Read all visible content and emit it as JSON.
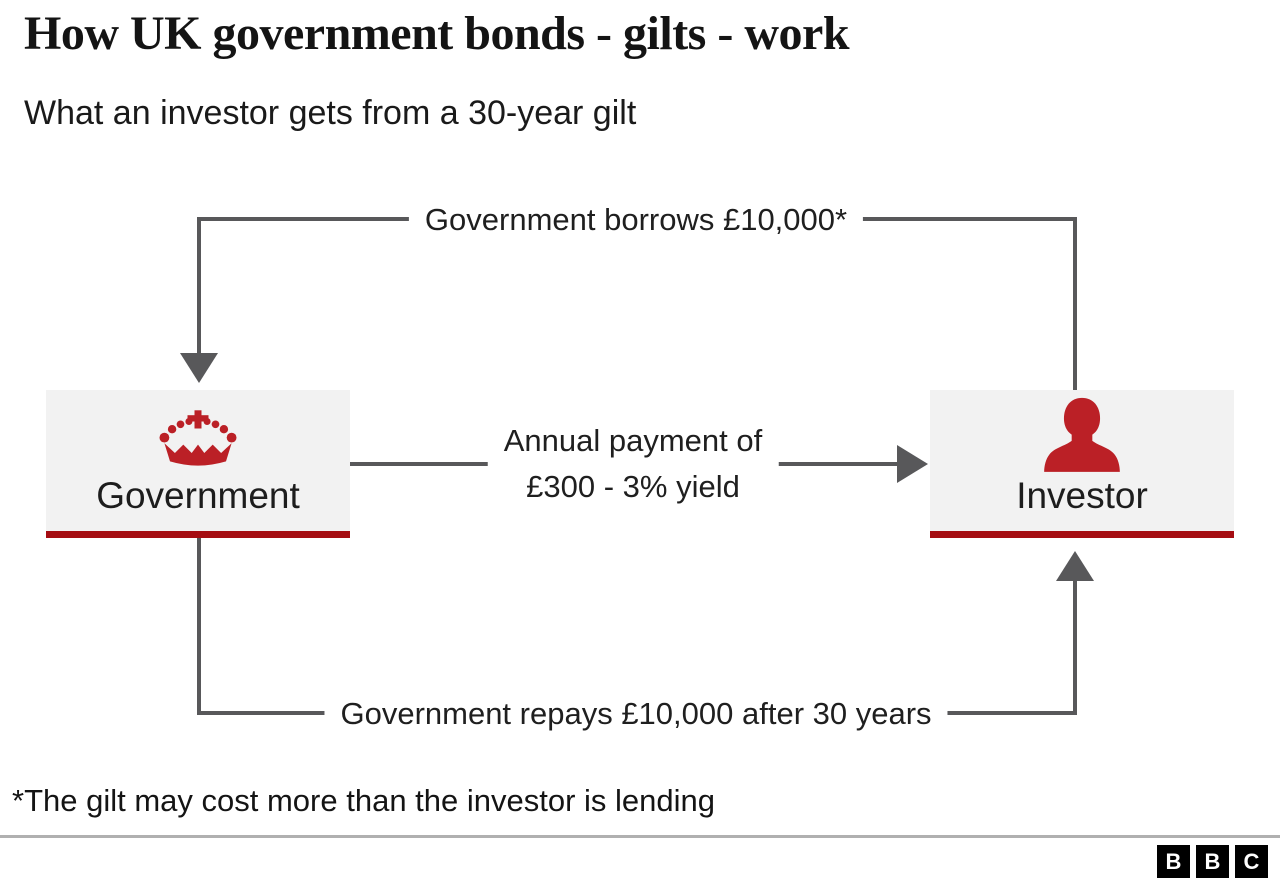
{
  "header": {
    "title": "How UK government bonds - gilts - work",
    "subtitle": "What an investor gets from a 30-year gilt"
  },
  "diagram": {
    "government": {
      "label": "Government",
      "icon": "crown-icon"
    },
    "investor": {
      "label": "Investor",
      "icon": "person-icon"
    },
    "flows": {
      "borrow": {
        "label": "Government borrows £10,000*",
        "direction": "investor-to-government"
      },
      "annual": {
        "lines": [
          "Annual payment of",
          "£300 - 3% yield"
        ],
        "direction": "government-to-investor"
      },
      "repay": {
        "label": "Government repays £10,000 after 30 years",
        "direction": "government-to-investor"
      }
    }
  },
  "footnote": "*The gilt may cost more than the investor is lending",
  "footer": {
    "logo": [
      "B",
      "B",
      "C"
    ]
  },
  "colors": {
    "icon_red": "#bb2026",
    "underline_red": "#a50d12",
    "line_gray": "#58585a",
    "node_bg": "#f2f2f2",
    "text": "#141414"
  }
}
